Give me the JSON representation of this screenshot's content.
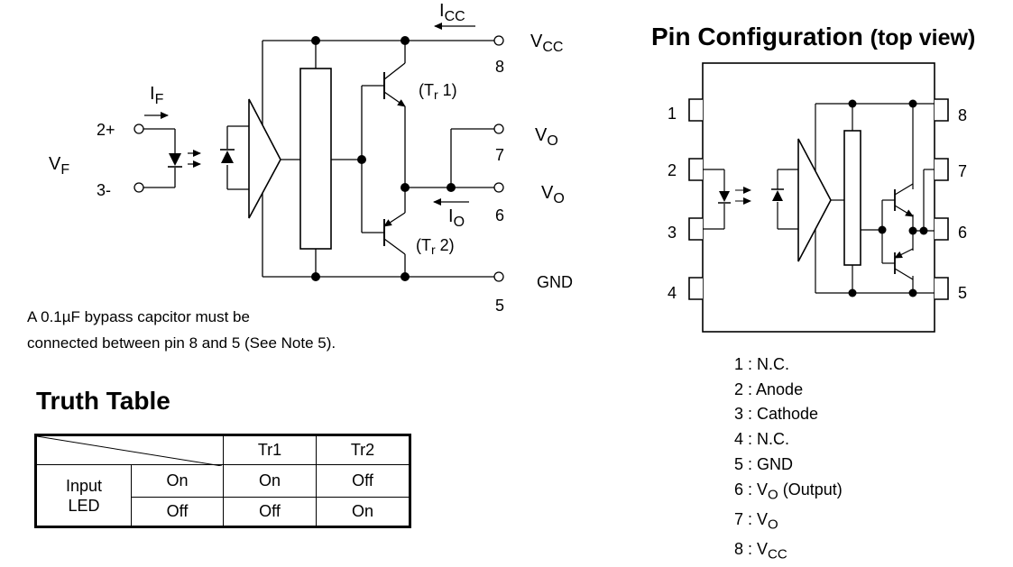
{
  "schematic": {
    "labels": {
      "icc": "I",
      "icc_sub": "CC",
      "vcc": "V",
      "vcc_sub": "CC",
      "if": "I",
      "if_sub": "F",
      "vf": "V",
      "vf_sub": "F",
      "vo_top": "V",
      "vo_top_sub": "O",
      "vo_bot": "V",
      "vo_bot_sub": "O",
      "io": "I",
      "io_sub": "O",
      "gnd": "GND",
      "tr1": "(T",
      "tr1_sub": "r",
      "tr1_num": " 1)",
      "tr2": "(T",
      "tr2_sub": "r",
      "tr2_num": " 2)"
    },
    "pins": {
      "p8": "8",
      "p7": "7",
      "p6": "6",
      "p5": "5",
      "p2": "2+",
      "p3": "3-"
    }
  },
  "note": {
    "line1": "A 0.1µF bypass capcitor must be",
    "line2": "connected between pin 8 and 5 (See Note 5)."
  },
  "truth_table": {
    "title": "Truth Table",
    "headers": [
      "Tr1",
      "Tr2"
    ],
    "row_label_1": "Input",
    "row_label_2": "LED",
    "rows": [
      {
        "state": "On",
        "tr1": "On",
        "tr2": "Off"
      },
      {
        "state": "Off",
        "tr1": "Off",
        "tr2": "On"
      }
    ]
  },
  "pin_config": {
    "title": "Pin Configuration",
    "subtitle": "(top view)",
    "left_pins": [
      "1",
      "2",
      "3",
      "4"
    ],
    "right_pins": [
      "8",
      "7",
      "6",
      "5"
    ],
    "list": [
      {
        "num": "1 : ",
        "name": "N.C.",
        "sub": "",
        "suffix": ""
      },
      {
        "num": "2 : ",
        "name": "Anode",
        "sub": "",
        "suffix": ""
      },
      {
        "num": "3 : ",
        "name": "Cathode",
        "sub": "",
        "suffix": ""
      },
      {
        "num": "4 : ",
        "name": "N.C.",
        "sub": "",
        "suffix": ""
      },
      {
        "num": "5 : ",
        "name": "GND",
        "sub": "",
        "suffix": ""
      },
      {
        "num": "6 : ",
        "name": "V",
        "sub": "O",
        "suffix": " (Output)"
      },
      {
        "num": "7 : ",
        "name": "V",
        "sub": "O",
        "suffix": ""
      },
      {
        "num": "8 : ",
        "name": "V",
        "sub": "CC",
        "suffix": ""
      }
    ]
  }
}
